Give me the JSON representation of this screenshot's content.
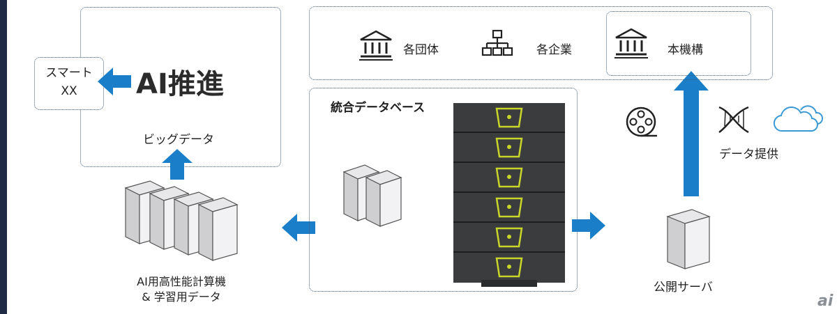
{
  "ai_suishin": "AI推進",
  "smart_label": "スマート\nXX",
  "bigdata_label": "ビッグデータ",
  "database_title": "統合データベース",
  "hpc_label": "AI用高性能計算機\n& 学習用データ",
  "public_server_label": "公開サーバ",
  "data_provision_label": "データ提供",
  "organizations": [
    {
      "label": "各団体",
      "icon": "bank-icon"
    },
    {
      "label": "各企業",
      "icon": "org-chart-icon"
    },
    {
      "label": "本機構",
      "icon": "bank-icon"
    }
  ],
  "watermark": "ai",
  "colors": {
    "accent": "#1a7fc8",
    "sidebar": "#1f2a44",
    "rack": "#3a3c3e",
    "rack_logo": "#c8d62a"
  }
}
